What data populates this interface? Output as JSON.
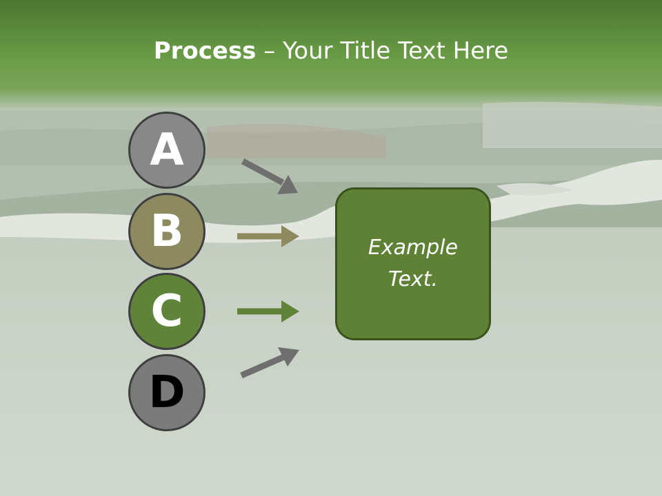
{
  "title": {
    "bold": "Process",
    "rest": " – Your Title Text Here"
  },
  "steps": [
    {
      "letter": "A"
    },
    {
      "letter": "B"
    },
    {
      "letter": "C"
    },
    {
      "letter": "D"
    }
  ],
  "box": {
    "text": "Example Text."
  },
  "colors": {
    "header_green": "#5d8a3c",
    "box_green": "#5e8136",
    "circle_a": "#888888",
    "circle_b": "#8c8a5e",
    "circle_c": "#5f8338",
    "circle_d": "#7b7b7b"
  }
}
